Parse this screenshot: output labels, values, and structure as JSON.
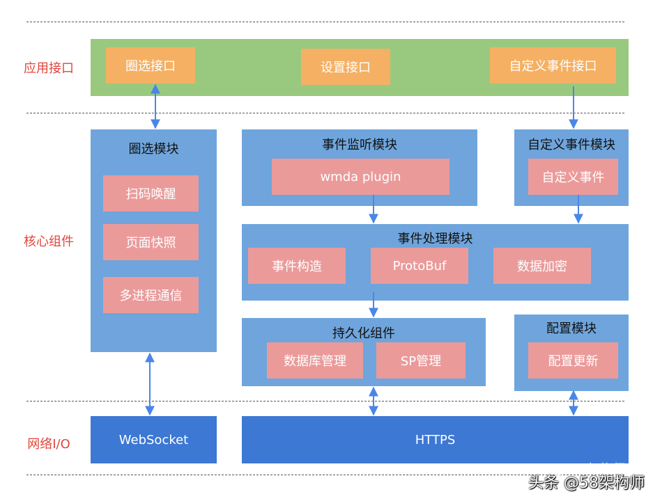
{
  "layers": {
    "app": "应用接口",
    "core": "核心组件",
    "network": "网络I/O"
  },
  "app_interfaces": {
    "circle": "圈选接口",
    "settings": "设置接口",
    "custom_event": "自定义事件接口"
  },
  "circle_module": {
    "title": "圈选模块",
    "items": [
      "扫码唤醒",
      "页面快照",
      "多进程通信"
    ]
  },
  "event_listen_module": {
    "title": "事件监听模块",
    "item": "wmda plugin"
  },
  "custom_event_module": {
    "title": "自定义事件模块",
    "item": "自定义事件"
  },
  "event_process_module": {
    "title": "事件处理模块",
    "items": [
      "事件构造",
      "ProtoBuf",
      "数据加密"
    ]
  },
  "persistence_module": {
    "title": "持久化组件",
    "items": [
      "数据库管理",
      "SP管理"
    ]
  },
  "config_module": {
    "title": "配置模块",
    "item": "配置更新"
  },
  "network": {
    "websocket": "WebSocket",
    "https": "HTTPS"
  },
  "watermark": {
    "faint": "58架构师",
    "main": "头条 @58架构师"
  },
  "colors": {
    "app_bar": "#99c97e",
    "module": "#6fa5dc",
    "network": "#3c78d4",
    "interface": "#f5b063",
    "item": "#eb9a9a",
    "layer_label": "#e0463c",
    "arrow": "#4a86e8"
  }
}
